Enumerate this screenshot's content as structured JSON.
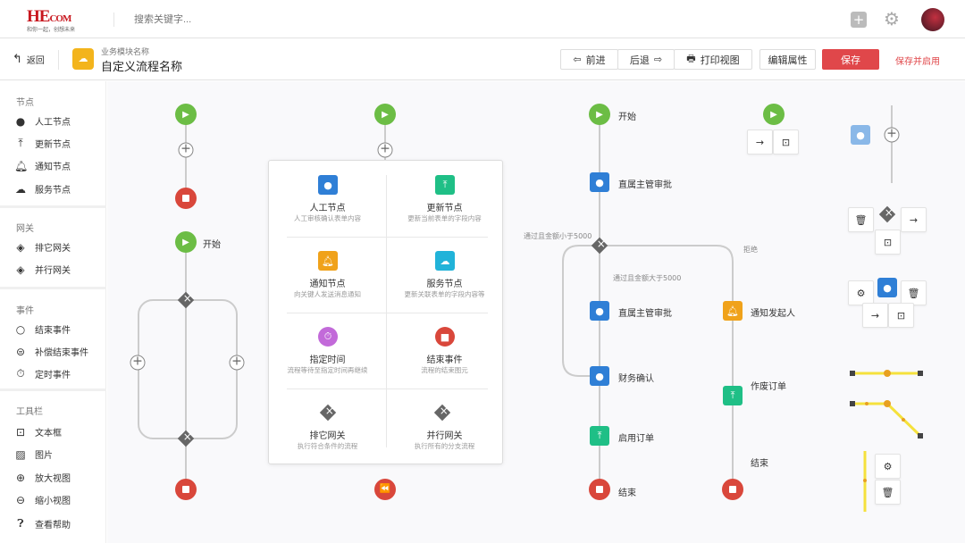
{
  "topbar": {
    "logo": "HECOM",
    "slogan": "和你一起，创想未来",
    "search_placeholder": "搜索关键字..."
  },
  "header": {
    "back": "返回",
    "module": "业务模块名称",
    "title": "自定义流程名称",
    "forward": "前进",
    "backward": "后退",
    "print": "打印视图",
    "edit_props": "编辑属性",
    "save": "保存",
    "save_enable": "保存并启用"
  },
  "colors": {
    "accent": "#e0474a",
    "start": "#6cbd45",
    "end": "#d9473b",
    "manual": "#2f7fd6",
    "update": "#1fbf86",
    "notify": "#f0a21a",
    "service": "#21b3d9",
    "timer": "#c26ad9",
    "highlight_line": "#f5e13c"
  },
  "sidebar": {
    "sections": [
      {
        "title": "节点",
        "items": [
          {
            "label": "人工节点",
            "icon": "user-icon"
          },
          {
            "label": "更新节点",
            "icon": "upload-icon"
          },
          {
            "label": "通知节点",
            "icon": "bell-icon"
          },
          {
            "label": "服务节点",
            "icon": "cloud-icon"
          }
        ]
      },
      {
        "title": "网关",
        "items": [
          {
            "label": "排它网关",
            "icon": "exclusive-gateway-icon"
          },
          {
            "label": "并行网关",
            "icon": "parallel-gateway-icon"
          }
        ]
      },
      {
        "title": "事件",
        "items": [
          {
            "label": "结束事件",
            "icon": "circle-icon"
          },
          {
            "label": "补偿结束事件",
            "icon": "rewind-icon"
          },
          {
            "label": "定时事件",
            "icon": "timer-icon"
          }
        ]
      },
      {
        "title": "工具栏",
        "items": [
          {
            "label": "文本框",
            "icon": "textbox-icon"
          },
          {
            "label": "图片",
            "icon": "image-icon"
          },
          {
            "label": "放大视图",
            "icon": "zoom-in-icon"
          },
          {
            "label": "缩小视图",
            "icon": "zoom-out-icon"
          },
          {
            "label": "查看帮助",
            "icon": "help-icon"
          }
        ]
      }
    ]
  },
  "panel": {
    "items": [
      {
        "title": "人工节点",
        "desc": "人工审核确认表单内容"
      },
      {
        "title": "更新节点",
        "desc": "更新当前表单的字段内容"
      },
      {
        "title": "通知节点",
        "desc": "向关键人发送消息通知"
      },
      {
        "title": "服务节点",
        "desc": "更新关联表单的字段内容等"
      },
      {
        "title": "指定时间",
        "desc": "流程等待至指定时间再继续"
      },
      {
        "title": "结束事件",
        "desc": "流程的结束图元"
      },
      {
        "title": "排它网关",
        "desc": "执行符合条件的流程"
      },
      {
        "title": "并行网关",
        "desc": "执行所有的分支流程"
      }
    ]
  },
  "canvas": {
    "col1_start": "开始",
    "flow": {
      "start": "开始",
      "approve1": "直属主管审批",
      "cond_lt": "通过且金额小于5000",
      "cond_gt": "通过且金额大于5000",
      "reject": "拒绝",
      "approve2": "直属主管审批",
      "finance": "财务确认",
      "enable": "启用订单",
      "end": "结束",
      "notify": "通知发起人",
      "void": "作废订单",
      "end2": "结束"
    }
  }
}
